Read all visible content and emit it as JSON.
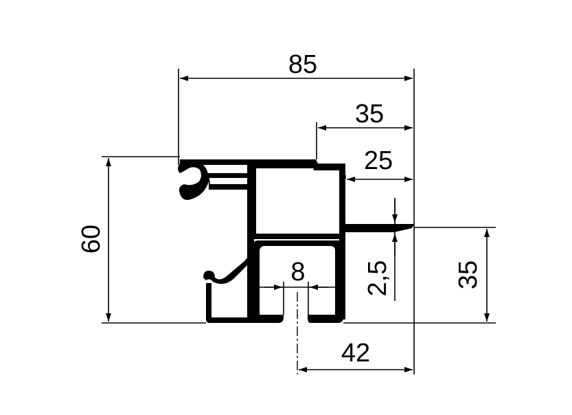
{
  "drawing": {
    "dimensions": {
      "overall_width": "85",
      "upper_width": "35",
      "upper_inner": "25",
      "overall_height": "60",
      "slot_width": "8",
      "flange_thickness": "2,5",
      "lower_height": "35",
      "lower_width": "42"
    },
    "colors": {
      "line": "#000000",
      "profile_fill": "#000000",
      "background": "#ffffff"
    }
  }
}
